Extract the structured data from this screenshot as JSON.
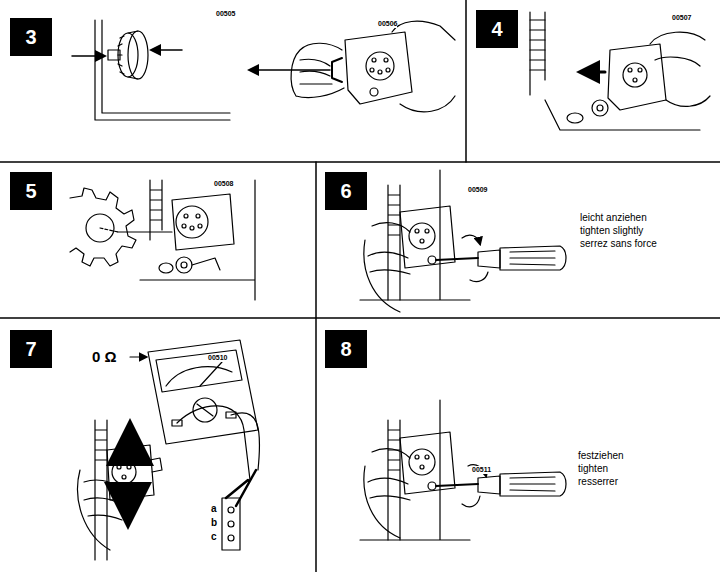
{
  "diagram": {
    "nodes": [
      {
        "text": [
          "3"
        ]
      },
      {
        "text": [
          "4"
        ]
      },
      {
        "text": [
          "5"
        ]
      },
      {
        "text": [
          "6"
        ]
      },
      {
        "text": [
          "7"
        ]
      },
      {
        "text": [
          "8"
        ]
      }
    ],
    "labels": [
      "00505",
      "00506",
      "00507",
      "00508",
      "00509",
      "leicht anziehen",
      "tighten slightly",
      "serrez sans force",
      "0 Ω",
      "00510",
      "a",
      "b",
      "c",
      "00511",
      "festziehen",
      "tighten",
      "resserrer"
    ]
  }
}
